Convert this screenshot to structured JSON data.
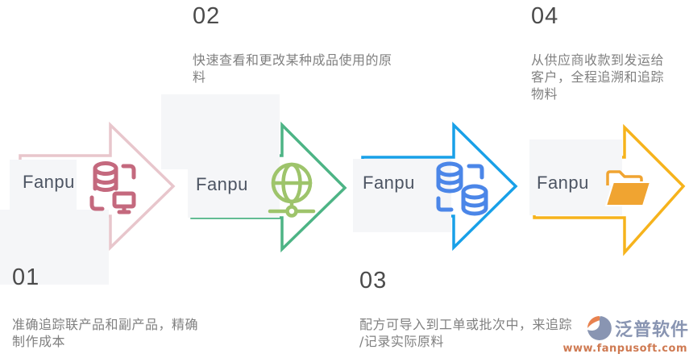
{
  "steps": [
    {
      "number": "01",
      "description": "准确追踪联产品和副产品，精确\n制作成本",
      "brand": "Fanpu",
      "icon": "database-monitor-sync-icon",
      "arrow_color": "#e8c6cc",
      "icon_color": "#c4697e"
    },
    {
      "number": "02",
      "description": "快速查看和更改某种成品使用的原\n料",
      "brand": "Fanpu",
      "icon": "globe-network-icon",
      "arrow_color": "#4db485",
      "icon_color": "#9ec46b"
    },
    {
      "number": "03",
      "description": "配方可导入到工单或批次中，来追踪\n/记录实际原料",
      "brand": "Fanpu",
      "icon": "database-sync-icon",
      "arrow_color": "#18a0e8",
      "icon_color": "#4b86e8"
    },
    {
      "number": "04",
      "description": "从供应商收款到发运给\n客户，全程追溯和追踪\n物料",
      "brand": "Fanpu",
      "icon": "open-folder-icon",
      "arrow_color": "#f6b31c",
      "icon_color": "#f0a431"
    }
  ],
  "logo": {
    "name": "泛普软件",
    "url": "www.fanpusoft.com",
    "blue": "#8995b2",
    "orange": "#e8824f"
  },
  "colors": {
    "panel": "#f5f6f8",
    "number_text": "#4b4b4b",
    "description_text": "#808080",
    "brand_text": "#4d5563"
  }
}
